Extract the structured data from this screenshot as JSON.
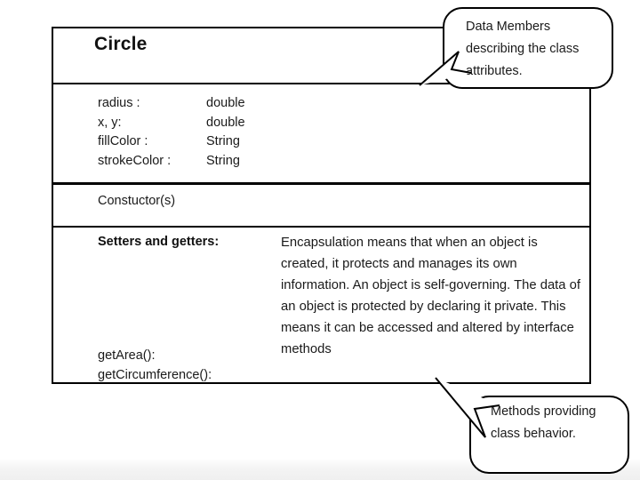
{
  "slide": {
    "class_diagram": {
      "class_name": "Circle",
      "attributes": [
        {
          "name": "radius :",
          "type": "double"
        },
        {
          "name": "x, y:",
          "type": "double"
        },
        {
          "name": "fillColor :",
          "type": "String"
        },
        {
          "name": "strokeColor :",
          "type": "String"
        }
      ],
      "constructor_label": "Constuctor(s)",
      "setters_getters_label": "Setters and getters:",
      "methods": [
        "getArea():",
        "getCircumference():"
      ],
      "encapsulation_note": "Encapsulation means that when an object is created, it protects and manages its own information.  An object is self-governing. The data of an object is protected by declaring it private.  This means it can be accessed and altered by interface methods"
    },
    "callouts": [
      {
        "id": "data-members-callout",
        "text": "Data Members describing the class attributes."
      },
      {
        "id": "methods-callout",
        "text": "Methods providing class behavior."
      }
    ],
    "colors": {
      "ink": "#000000",
      "text": "#1a1a1a",
      "background": "#ffffff",
      "footer_band": "#efefef"
    }
  }
}
